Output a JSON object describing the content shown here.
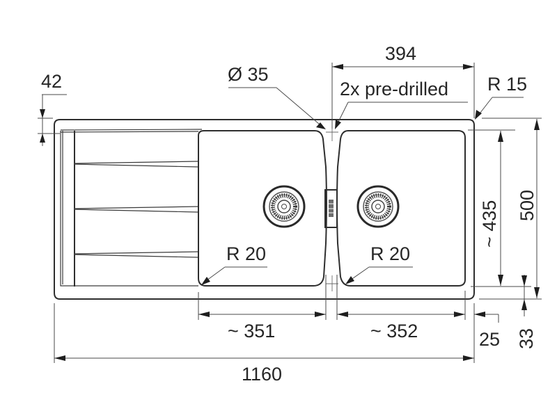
{
  "drawing": {
    "title": "Sink technical drawing (top view)",
    "units": "mm",
    "colors": {
      "line": "#3a3a3a",
      "text": "#262626",
      "background": "#ffffff"
    }
  },
  "labels": {
    "rim_depth": "42",
    "hole_diameter": "Ø 35",
    "bowl_span": "394",
    "pre_drilled": "2x pre-drilled",
    "corner_radius_outer": "R 15",
    "bowl_depth": "~ 435",
    "overall_depth": "500",
    "bowl_radius_left": "R 20",
    "bowl_radius_right": "R 20",
    "left_bowl_width": "~ 351",
    "right_bowl_width": "~ 352",
    "right_margin": "25",
    "bottom_margin": "33",
    "overall_width": "1160"
  }
}
